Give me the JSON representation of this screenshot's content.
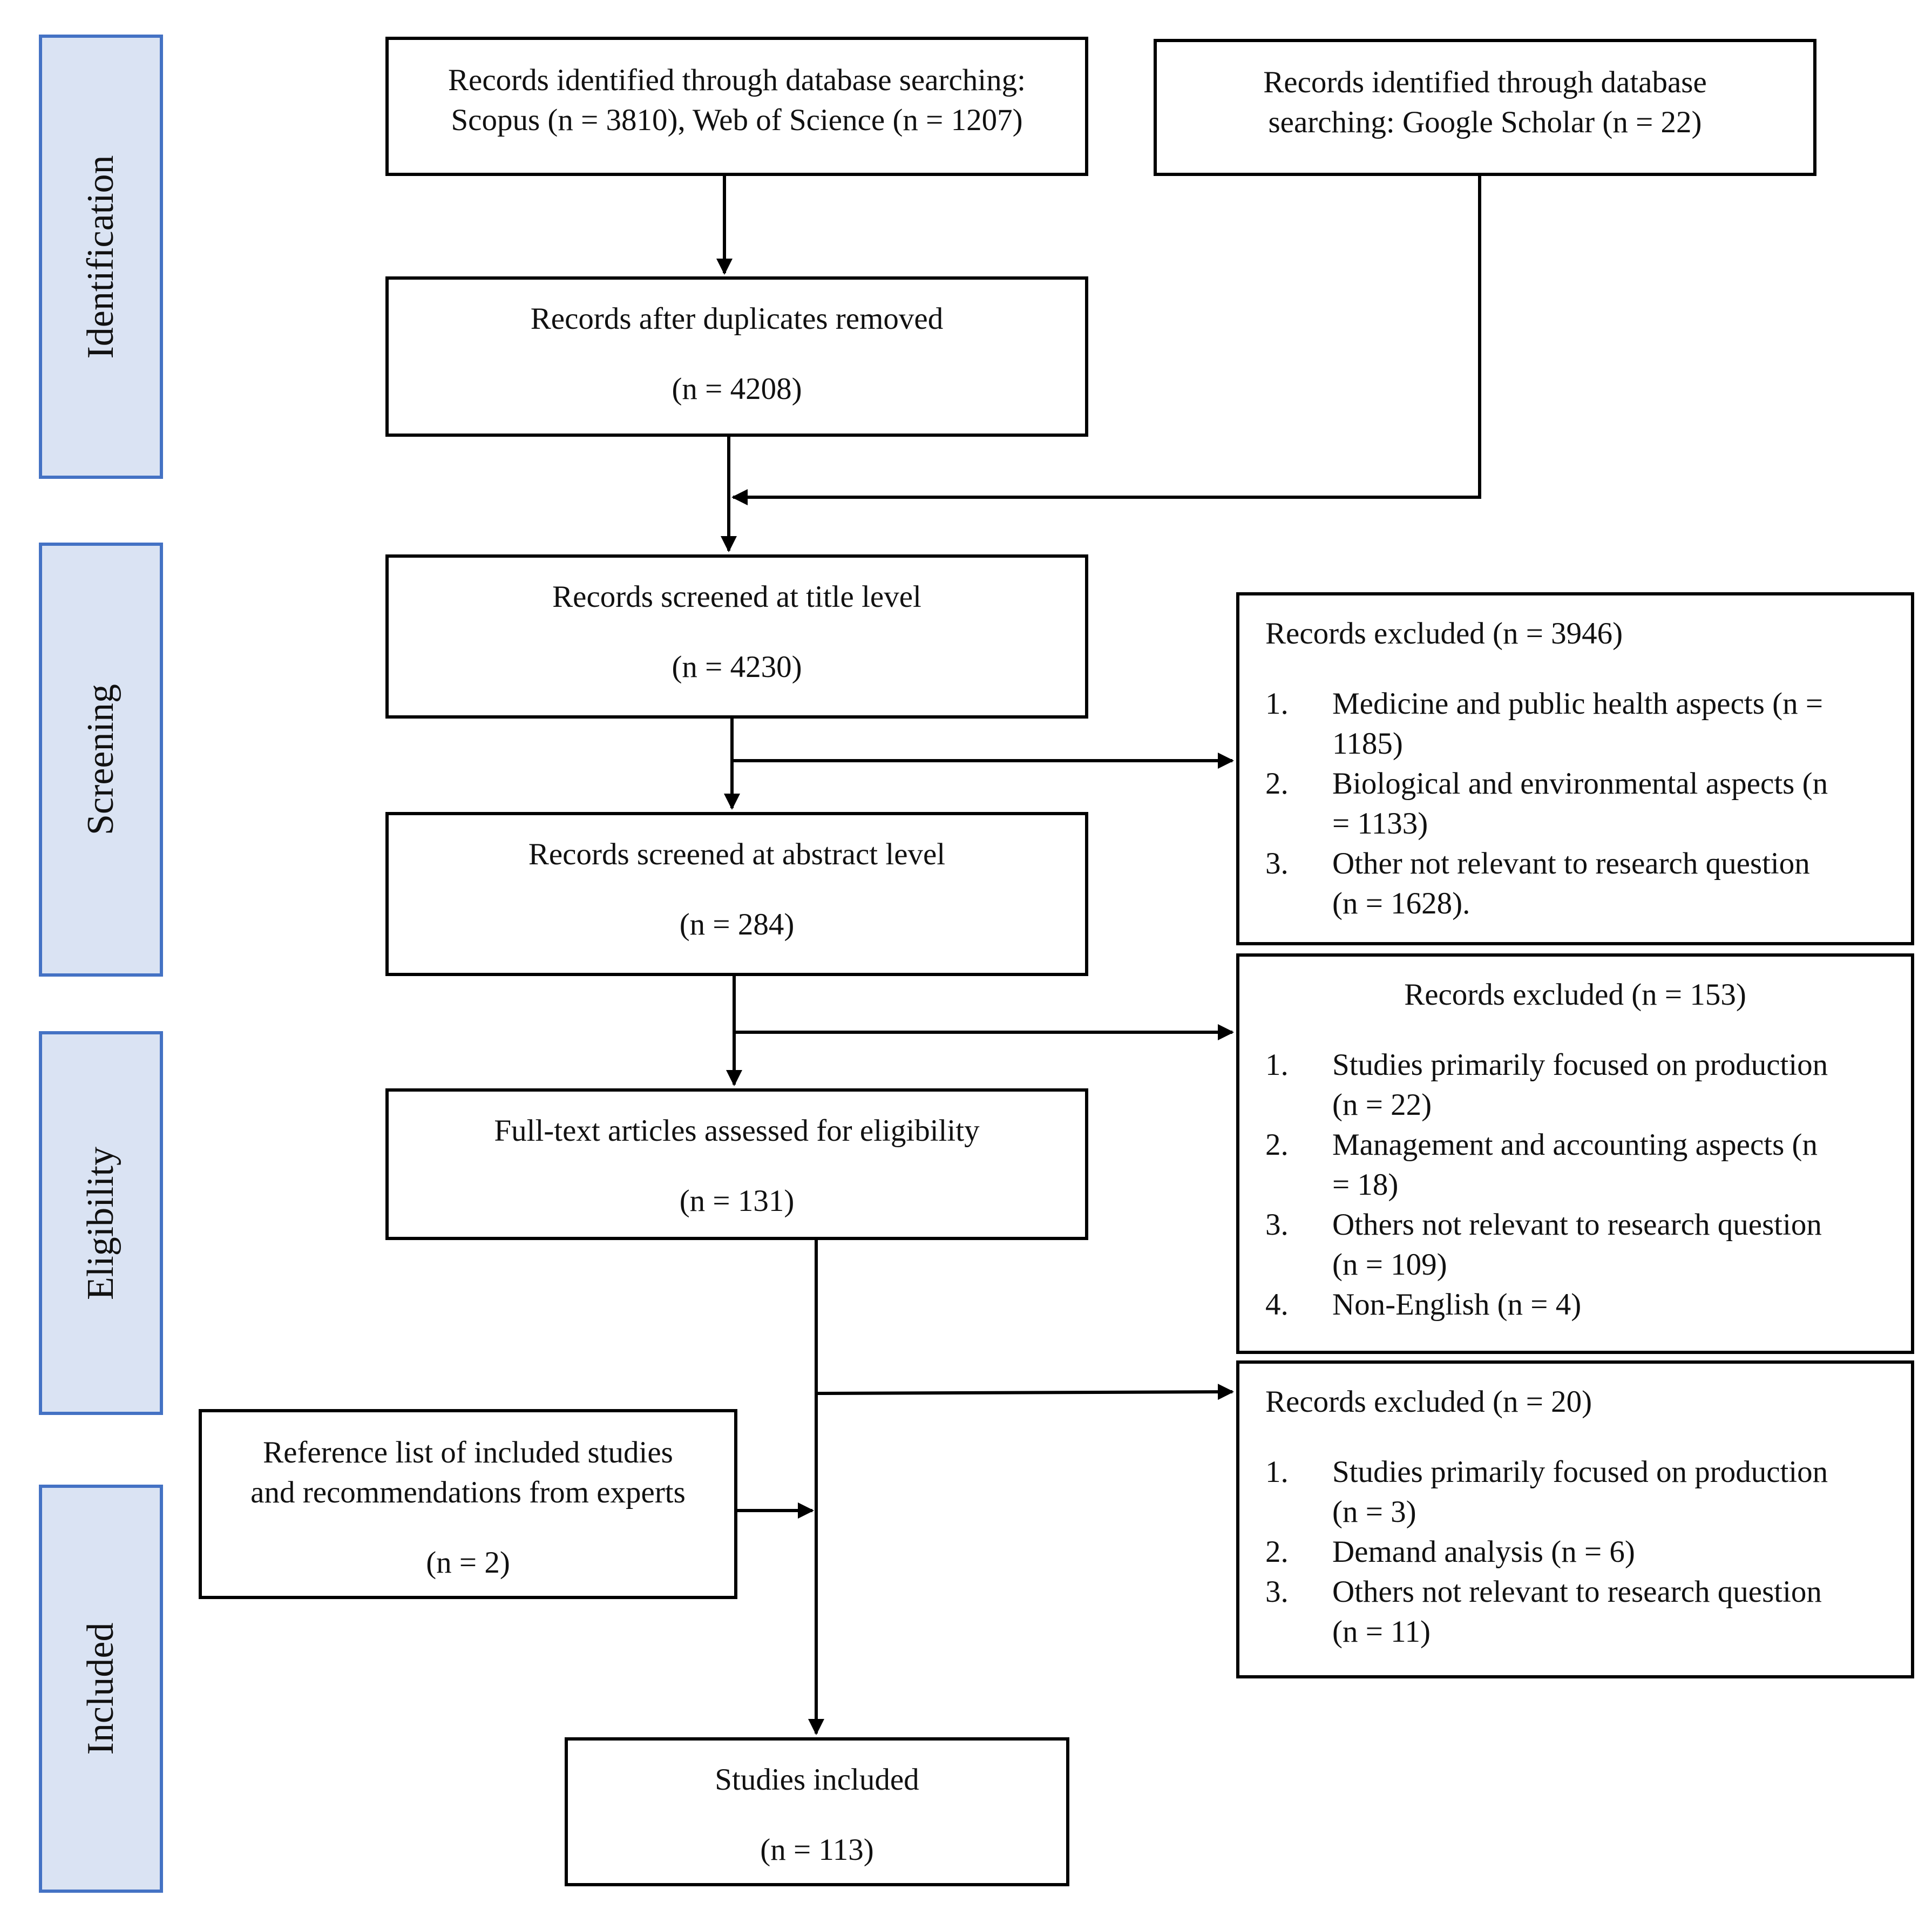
{
  "phases": {
    "identification": "Identification",
    "screening": "Screening",
    "eligibility": "Eligibility",
    "included": "Included"
  },
  "boxes": {
    "db_scopus_wos": {
      "line1": "Records identified through database searching:",
      "line2": "Scopus (n = 3810), Web of Science (n = 1207)"
    },
    "db_google_scholar": {
      "line1": "Records identified through database",
      "line2": "searching: Google Scholar (n = 22)"
    },
    "duplicates_removed": {
      "title": "Records after duplicates removed",
      "count": "(n = 4208)"
    },
    "title_screening": {
      "title": "Records screened at title level",
      "count": "(n = 4230)"
    },
    "abstract_screening": {
      "title": "Records screened at abstract level",
      "count": "(n = 284)"
    },
    "full_text": {
      "title": "Full-text articles assessed for eligibility",
      "count": "(n = 131)"
    },
    "reference_list": {
      "line1": "Reference list of included studies",
      "line2": "and recommendations from experts",
      "count": "(n = 2)"
    },
    "studies_included": {
      "title": "Studies included",
      "count": "(n = 113)"
    }
  },
  "exclusions": {
    "title_level": {
      "heading": "Records excluded (n = 3946)",
      "items": [
        {
          "num": "1.",
          "line1": "Medicine and public health aspects (n =",
          "line2": "1185)"
        },
        {
          "num": "2.",
          "line1": "Biological and environmental aspects (n",
          "line2": "= 1133)"
        },
        {
          "num": "3.",
          "line1": "Other not relevant to research question",
          "line2": "(n = 1628)."
        }
      ]
    },
    "abstract_level": {
      "heading": "Records excluded (n = 153)",
      "items": [
        {
          "num": "1.",
          "line1": "Studies primarily focused on production",
          "line2": "(n = 22)"
        },
        {
          "num": "2.",
          "line1": "Management and accounting aspects (n",
          "line2": "= 18)"
        },
        {
          "num": "3.",
          "line1": "Others not relevant to research question",
          "line2": "(n = 109)"
        },
        {
          "num": "4.",
          "line1": "Non-English (n = 4)",
          "line2": ""
        }
      ]
    },
    "full_text_level": {
      "heading": "Records excluded (n = 20)",
      "items": [
        {
          "num": "1.",
          "line1": "Studies primarily focused on production",
          "line2": "(n = 3)"
        },
        {
          "num": "2.",
          "line1": "Demand analysis (n = 6)",
          "line2": ""
        },
        {
          "num": "3.",
          "line1": "Others not relevant to research question",
          "line2": "(n = 11)"
        }
      ]
    }
  },
  "colors": {
    "phase_fill": "#dae3f3",
    "phase_border": "#4472c4",
    "box_border": "#000000",
    "connector": "#000000"
  }
}
